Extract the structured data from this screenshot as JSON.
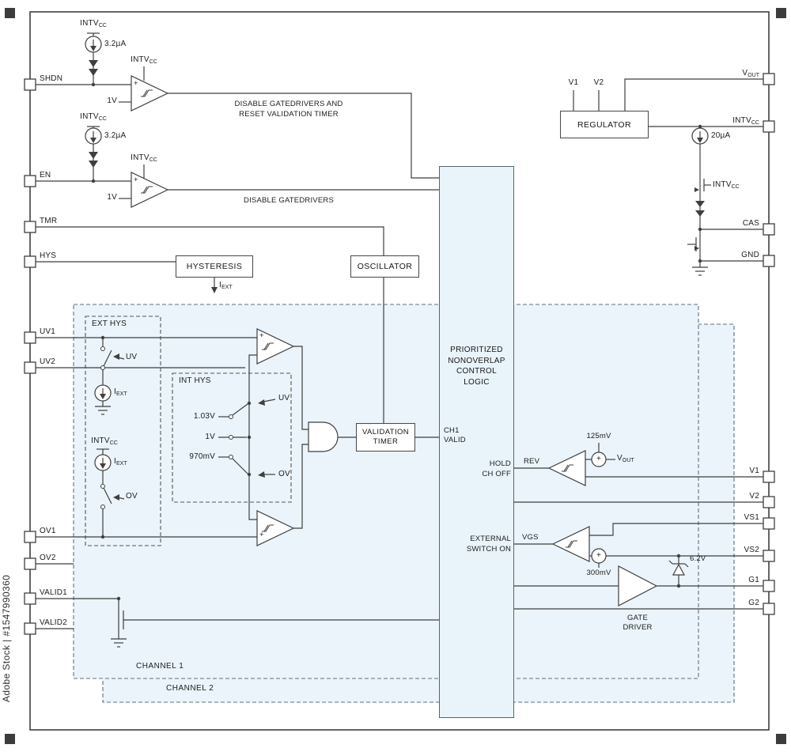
{
  "watermark": {
    "text": "Adobe Stock | #1547990360"
  },
  "sym": {
    "plus": "+"
  },
  "colors": {
    "line": "#3f3f3f",
    "channel_fill": "#eaf4fa",
    "control_fill": "#e9f4fa",
    "background": "#ffffff"
  },
  "pins": {
    "left": {
      "shdn": "SHDN",
      "en": "EN",
      "tmr": "TMR",
      "hys": "HYS",
      "uv1": "UV1",
      "uv2": "UV2",
      "ov1": "OV1",
      "ov2": "OV2",
      "valid1": "VALID1",
      "valid2": "VALID2"
    },
    "right": {
      "vout": {
        "main": "V",
        "sub": "OUT"
      },
      "intvcc": {
        "main": "INTV",
        "sub": "CC"
      },
      "cas": "CAS",
      "gnd": "GND",
      "v1": "V1",
      "v2": "V2",
      "vs1": "VS1",
      "vs2": "VS2",
      "g1": "G1",
      "g2": "G2"
    }
  },
  "supplies": {
    "intvcc": {
      "main": "INTV",
      "sub": "CC"
    },
    "iext": {
      "main": "I",
      "sub": "EXT"
    }
  },
  "values": {
    "i_3u2": "3.2µA",
    "i_20u": "20µA",
    "v_1": "1V",
    "v_1_03": "1.03V",
    "mv_970": "970mV",
    "mv_125": "125mV",
    "mv_300": "300mV",
    "v_6_2": "6.2V"
  },
  "blocks": {
    "hysteresis": "HYSTERESIS",
    "oscillator": "OSCILLATOR",
    "validation_timer": {
      "line1": "VALIDATION",
      "line2": "TIMER"
    },
    "regulator": "REGULATOR",
    "control_logic": {
      "line1": "PRIORITIZED",
      "line2": "NONOVERLAP",
      "line3": "CONTROL",
      "line4": "LOGIC"
    },
    "gate_driver": {
      "line1": "GATE",
      "line2": "DRIVER"
    }
  },
  "notes": {
    "disable_reset": {
      "line1": "DISABLE GATEDRIVERS AND",
      "line2": "RESET VALIDATION TIMER"
    },
    "disable": "DISABLE GATEDRIVERS",
    "ch1_valid": {
      "line1": "CH1",
      "line2": "VALID"
    },
    "hold_ch_off": {
      "line1": "HOLD",
      "line2": "CH OFF"
    },
    "external_switch_on": {
      "line1": "EXTERNAL",
      "line2": "SWITCH ON"
    },
    "rev": "REV",
    "vgs": "VGS",
    "uv": "UV",
    "ov": "OV",
    "ext_hys": "EXT HYS",
    "int_hys": "INT  HYS",
    "channel1": "CHANNEL 1",
    "channel2": "CHANNEL 2",
    "reg_v1": "V1",
    "reg_v2": "V2"
  }
}
